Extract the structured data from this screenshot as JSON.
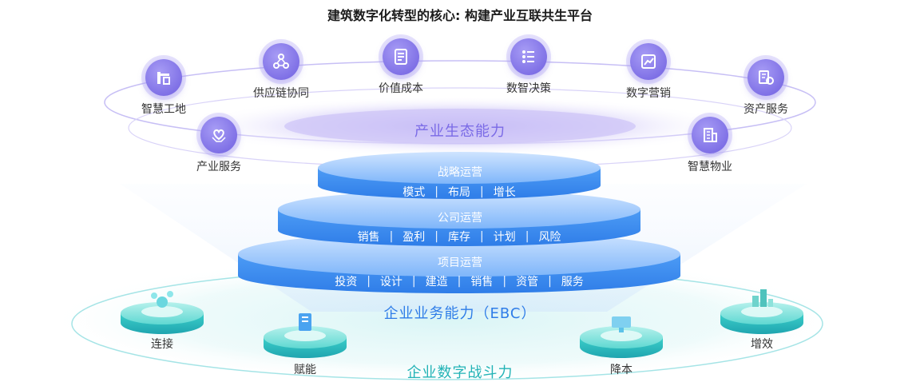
{
  "title": "建筑数字化转型的核心: 构建产业互联共生平台",
  "ecosystem": {
    "label": "产业生态能力",
    "nodes": [
      {
        "label": "智慧工地",
        "icon": "construction-crane-icon"
      },
      {
        "label": "供应链协同",
        "icon": "network-nodes-icon"
      },
      {
        "label": "价值成本",
        "icon": "document-list-icon"
      },
      {
        "label": "数智决策",
        "icon": "list-options-icon"
      },
      {
        "label": "数字营销",
        "icon": "trend-chart-icon"
      },
      {
        "label": "资产服务",
        "icon": "asset-settings-icon"
      },
      {
        "label": "产业服务",
        "icon": "heart-hands-icon"
      },
      {
        "label": "智慧物业",
        "icon": "building-icon"
      }
    ]
  },
  "tiers": [
    {
      "title": "战略运营",
      "items": [
        "模式",
        "布局",
        "增长"
      ]
    },
    {
      "title": "公司运营",
      "items": [
        "销售",
        "盈利",
        "库存",
        "计划",
        "风险"
      ]
    },
    {
      "title": "项目运营",
      "items": [
        "投资",
        "设计",
        "建造",
        "销售",
        "资管",
        "服务"
      ]
    }
  ],
  "ebc_label": "企业业务能力（EBC）",
  "combat_label": "企业数字战斗力",
  "pods": [
    {
      "label": "连接",
      "icon": "molecule-icon"
    },
    {
      "label": "赋能",
      "icon": "document-stack-icon"
    },
    {
      "label": "降本",
      "icon": "desk-icon"
    },
    {
      "label": "增效",
      "icon": "city-blocks-icon"
    }
  ],
  "colors": {
    "purple": "#7a6ae6",
    "blue": "#3b8df2",
    "teal": "#2ec1c4"
  }
}
